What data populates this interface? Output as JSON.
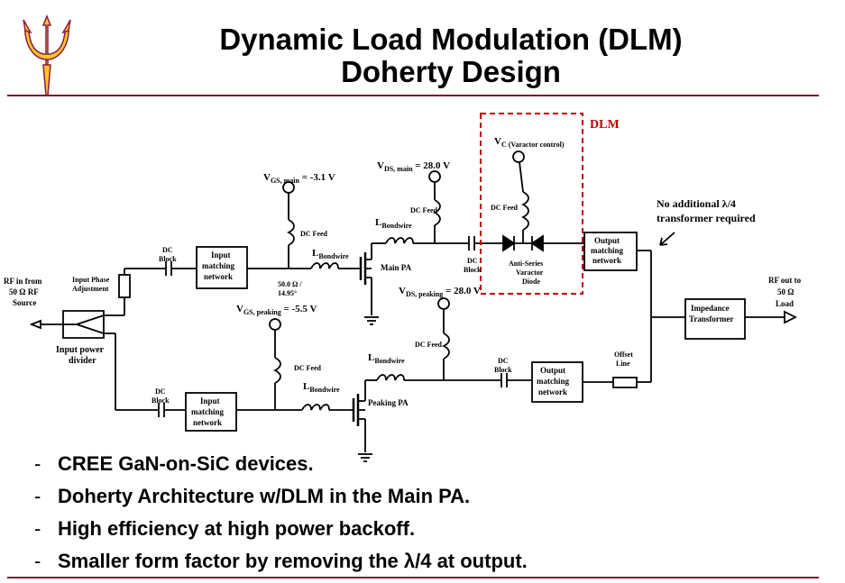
{
  "slide": {
    "title_line1": "Dynamic Load Modulation (DLM)",
    "title_line2": "Doherty Design",
    "logo_icon": "pitchfork-logo-icon",
    "accent_color": "#8c1d40",
    "logo_gold": "#ffc627"
  },
  "diagram": {
    "rf_in": [
      "RF in from",
      "50 Ω RF",
      "Source"
    ],
    "input_divider": [
      "Input power",
      "divider"
    ],
    "phase_adjust": [
      "Input Phase",
      "Adjustment"
    ],
    "dc_block": [
      "DC",
      "Block"
    ],
    "input_match": [
      "Input",
      "matching",
      "network"
    ],
    "dc_feed": "DC Feed",
    "l_bondwire": "L",
    "l_bondwire_sub": "Bondwire",
    "vgs_main": "V",
    "vgs_main_sub": "GS, main",
    "vgs_main_val": " = -3.1 V",
    "vds_main": "V",
    "vds_main_sub": "DS, main",
    "vds_main_val": " = 28.0 V",
    "vgs_peak": "V",
    "vgs_peak_sub": "GS, peaking",
    "vgs_peak_val": " = -5.5 V",
    "vds_peak": "V",
    "vds_peak_sub": "DS, peaking",
    "vds_peak_val": " = 28.0 V",
    "vc": "V",
    "vc_sub": "C (Varactor control)",
    "main_pa": "Main PA",
    "peaking_pa": "Peaking PA",
    "line_imp": [
      "50.0 Ω /",
      "14.95°"
    ],
    "varactor": [
      "Anti-Series",
      "Varactor",
      "Diode"
    ],
    "dlm_label": "DLM",
    "output_match": [
      "Output",
      "matching",
      "network"
    ],
    "no_lambda_note": [
      "No additional λ/4",
      "transformer required"
    ],
    "offset_line": [
      "Offset",
      "Line"
    ],
    "impedance_transformer": [
      "Impedance",
      "Transformer"
    ],
    "rf_out": [
      "RF out to",
      "50 Ω",
      "Load"
    ]
  },
  "bullets": [
    "CREE GaN-on-SiC devices.",
    "Doherty Architecture w/DLM in the Main PA.",
    "High efficiency at high power backoff.",
    "Smaller form factor by removing the λ/4 at output."
  ],
  "bullet_marker": "-"
}
